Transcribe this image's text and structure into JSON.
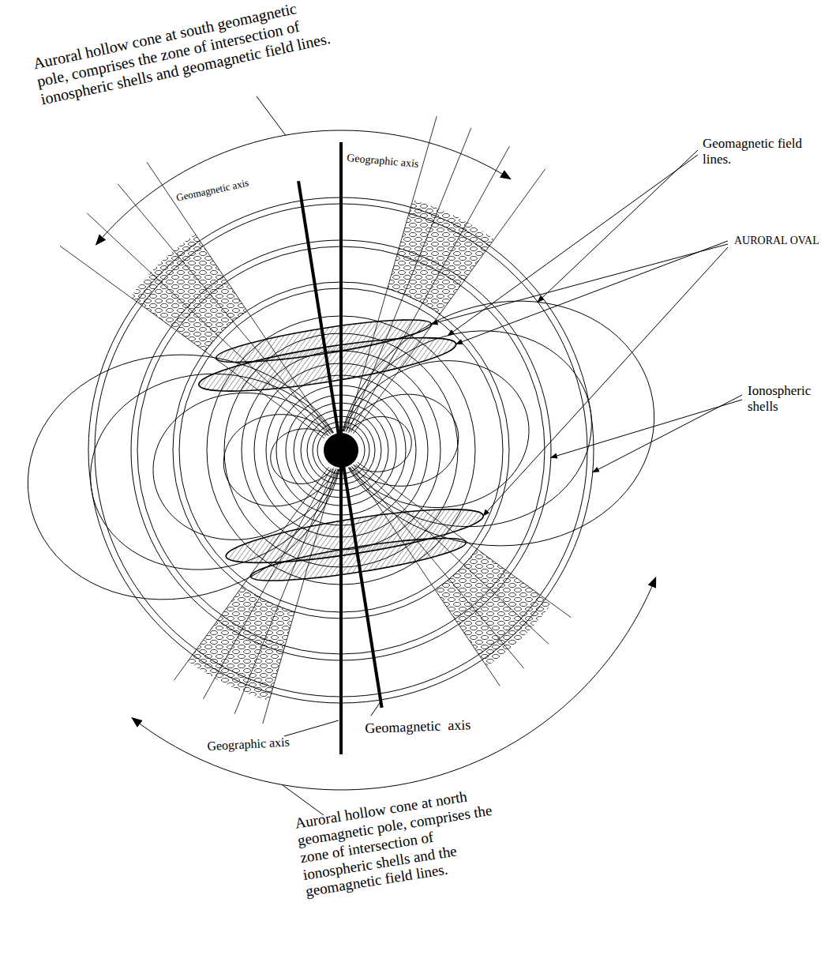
{
  "diagram": {
    "labels": [
      "Auroral hollow cone at south geomagnetic pole, comprises the zone of intersection of ionospheric shells and geomagnetic field lines.",
      "Geographic axis",
      "Geomagnetic axis",
      "Geomagnetic field lines.",
      "AURORAL OVAL",
      "Ionospheric shells",
      "Geomagnetic  axis",
      "Geographic axis",
      "Auroral hollow cone at north geomagnetic pole, comprises the zone of intersection of ionospheric shells and the geomagnetic field lines."
    ]
  }
}
